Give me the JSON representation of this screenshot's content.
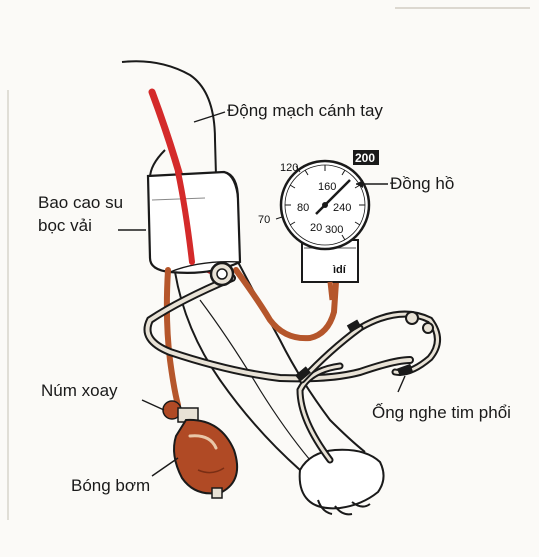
{
  "labels": {
    "brachial_artery": "Động mạch cánh tay",
    "cuff_line1": "Bao cao su",
    "cuff_line2": "bọc vải",
    "gauge": "Đồng hồ",
    "valve": "Núm xoay",
    "stethoscope": "Ống nghe tim phổi",
    "bulb": "Bóng bơm"
  },
  "gauge": {
    "badge": "200",
    "outer_120": "120",
    "outer_70": "70",
    "inner_160": "160",
    "inner_80": "80",
    "inner_240": "240",
    "inner_20": "20",
    "inner_300": "300",
    "base_mark": "ìdí"
  },
  "colors": {
    "artery": "#d42a2a",
    "tube": "#b5562b",
    "bulb": "#b04a25",
    "ink": "#1a1a1a",
    "background": "#fbfaf7"
  }
}
